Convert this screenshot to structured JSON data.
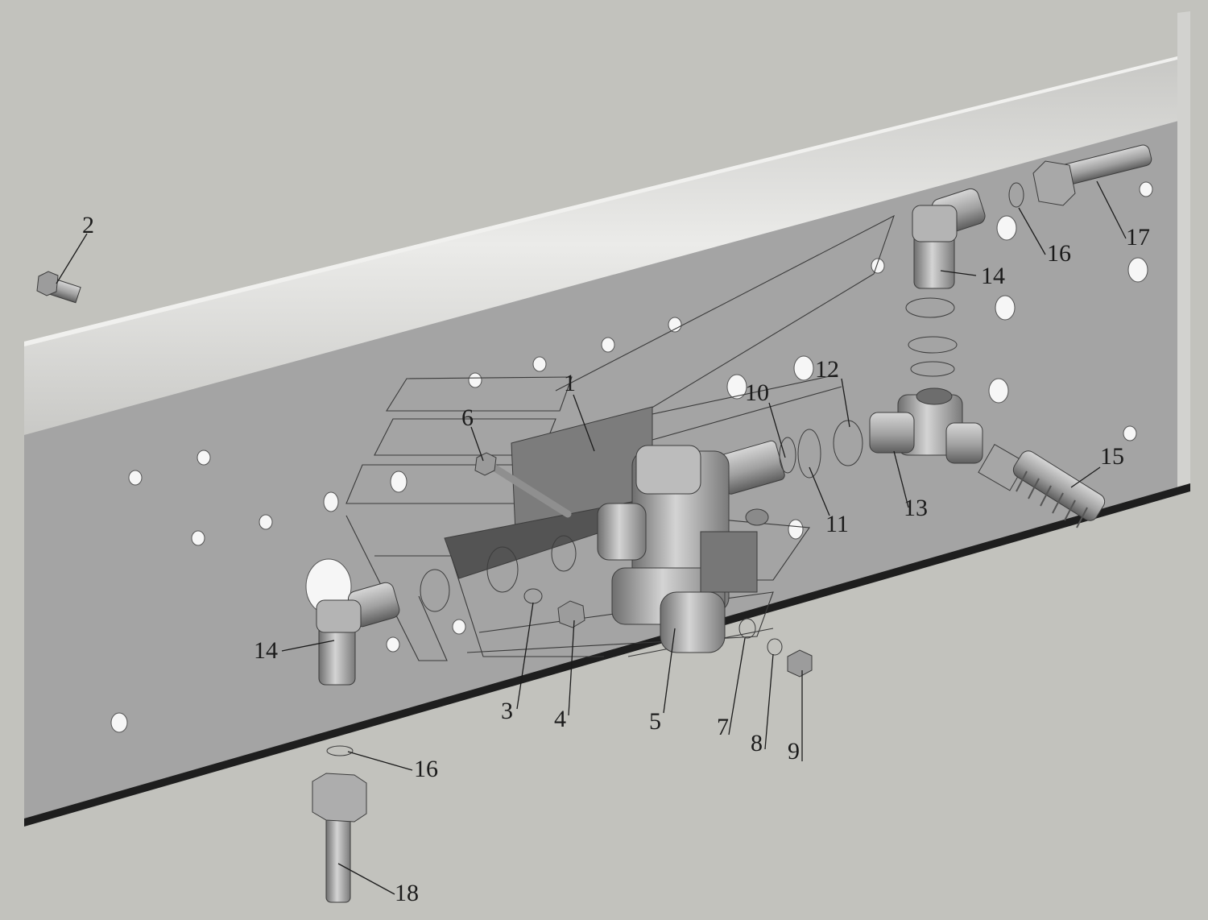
{
  "colors": {
    "background": "#c2c2bd",
    "frame_face": "#a5a5a5",
    "frame_top": "#d9d9d6",
    "frame_shadow": "#202020",
    "part_light": "#bdbdbd",
    "part_mid": "#9a9a9a",
    "part_dark": "#6c6c6c",
    "bracket": "#7e7e7e",
    "hole": "#f6f6f6",
    "label": "#1b1b1b"
  },
  "callouts": [
    {
      "id": "c1",
      "text": "1"
    },
    {
      "id": "c2",
      "text": "2"
    },
    {
      "id": "c3",
      "text": "3"
    },
    {
      "id": "c4",
      "text": "4"
    },
    {
      "id": "c5",
      "text": "5"
    },
    {
      "id": "c6",
      "text": "6"
    },
    {
      "id": "c7",
      "text": "7"
    },
    {
      "id": "c8",
      "text": "8"
    },
    {
      "id": "c9",
      "text": "9"
    },
    {
      "id": "c10",
      "text": "10"
    },
    {
      "id": "c11",
      "text": "11"
    },
    {
      "id": "c12",
      "text": "12"
    },
    {
      "id": "c13",
      "text": "13"
    },
    {
      "id": "c14a",
      "text": "14"
    },
    {
      "id": "c14b",
      "text": "14"
    },
    {
      "id": "c15",
      "text": "15"
    },
    {
      "id": "c16a",
      "text": "16"
    },
    {
      "id": "c16b",
      "text": "16"
    },
    {
      "id": "c17",
      "text": "17"
    },
    {
      "id": "c18",
      "text": "18"
    }
  ]
}
